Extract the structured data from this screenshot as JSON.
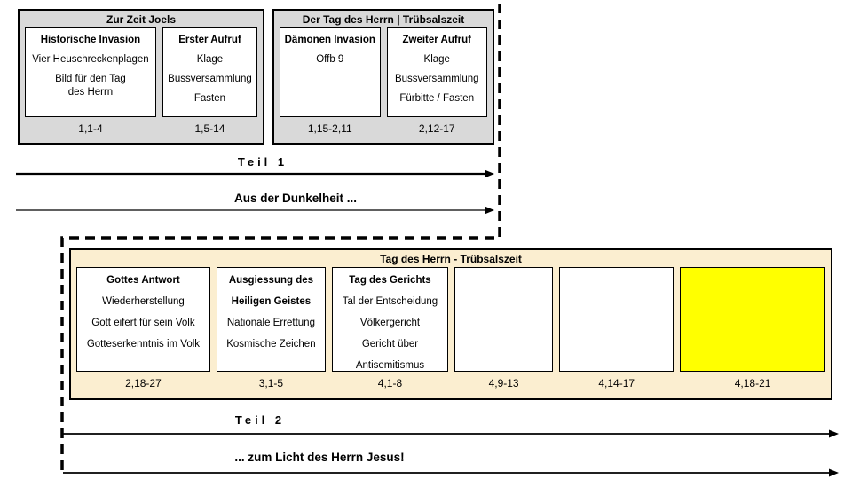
{
  "palette": {
    "panel_gray": "#D9D9D9",
    "panel_cream": "#FBEED0",
    "highlight_yellow": "#FFFF00",
    "line_black": "#000000",
    "box_white": "#FFFFFF"
  },
  "top_panels": [
    {
      "title": "Zur Zeit Joels",
      "boxes": [
        {
          "lines": [
            "Historische Invasion",
            "Vier Heuschreckenplagen",
            "Bild für den Tag",
            "des Herrn"
          ],
          "ref": "1,1-4"
        },
        {
          "lines": [
            "Erster Aufruf",
            "Klage",
            "Bussversammlung",
            "Fasten"
          ],
          "ref": "1,5-14"
        }
      ]
    },
    {
      "title": "Der Tag des Herrn | Trübsalszeit",
      "boxes": [
        {
          "lines": [
            "Dämonen Invasion",
            "Offb 9"
          ],
          "ref": "1,15-2,11"
        },
        {
          "lines": [
            "Zweiter Aufruf",
            "Klage",
            "Bussversammlung",
            "Fürbitte / Fasten"
          ],
          "ref": "2,12-17"
        }
      ]
    }
  ],
  "flow1": {
    "label": "Teil 1",
    "caption": "Aus der Dunkelheit ..."
  },
  "bottom_panel": {
    "title": "Tag des Herrn - Trübsalszeit",
    "cells": [
      {
        "lines": [
          "Gottes Antwort",
          "Wiederherstellung",
          "Gott eifert für sein Volk",
          "Gotteserkenntnis im Volk"
        ],
        "ref": "2,18-27"
      },
      {
        "lines": [
          "Ausgiessung des",
          "Heiligen Geistes",
          "Nationale Errettung",
          "Kosmische Zeichen"
        ],
        "ref": "3,1-5"
      },
      {
        "lines": [
          "Tag des Gerichts",
          "Tal der Entscheidung",
          "Völkergericht",
          "Gericht über",
          "Antisemitismus"
        ],
        "ref": "4,1-8"
      },
      {
        "lines": [],
        "ref": "4,9-13"
      },
      {
        "lines": [],
        "ref": "4,14-17"
      },
      {
        "lines": [],
        "ref": "4,18-21",
        "highlighted": true
      }
    ]
  },
  "flow2": {
    "label": "Teil 2",
    "caption": "... zum Licht des Herrn Jesus!"
  }
}
